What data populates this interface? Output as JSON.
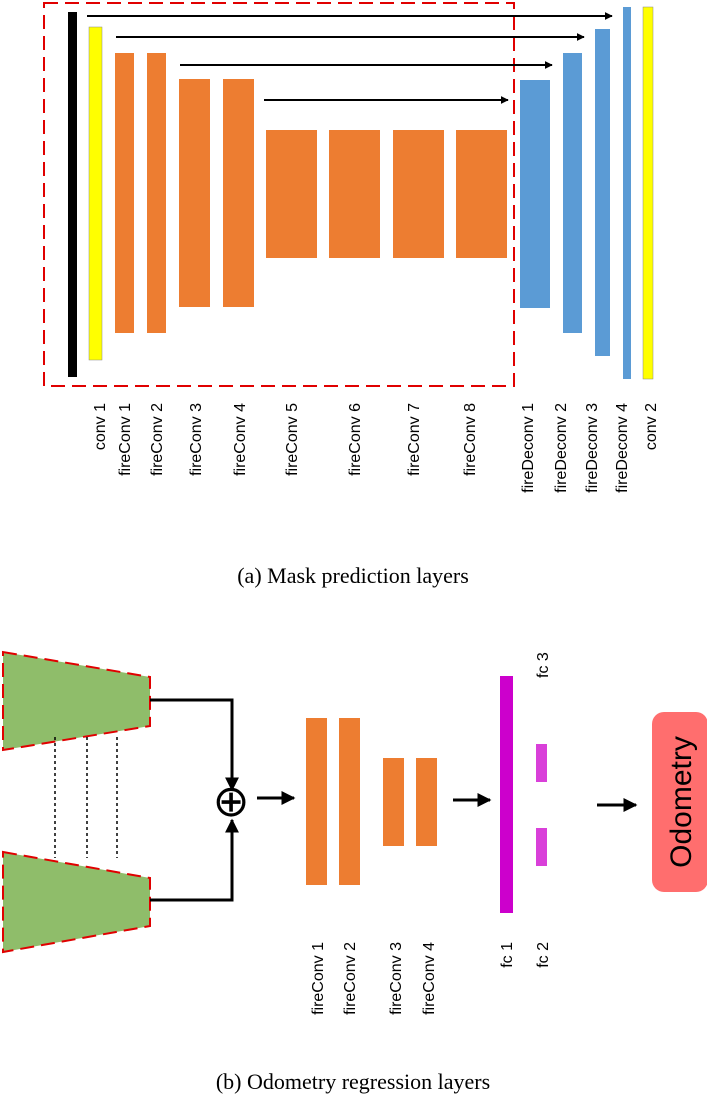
{
  "colors": {
    "black": "#000000",
    "yellow": "#ffff00",
    "orange": "#ed7d31",
    "blue": "#5b9bd5",
    "green": "#8fbd6a",
    "purple": "#cc00cc",
    "pink": "#ff6e6e",
    "red_dash": "#e00000"
  },
  "mask": {
    "caption": "(a) Mask prediction layers",
    "labels": {
      "conv1": "conv 1",
      "fireConv1": "fireConv 1",
      "fireConv2": "fireConv 2",
      "fireConv3": "fireConv 3",
      "fireConv4": "fireConv 4",
      "fireConv5": "fireConv 5",
      "fireConv6": "fireConv 6",
      "fireConv7": "fireConv 7",
      "fireConv8": "fireConv 8",
      "fireDeconv1": "fireDeconv 1",
      "fireDeconv2": "fireDeconv 2",
      "fireDeconv3": "fireDeconv 3",
      "fireDeconv4": "fireDeconv 4",
      "conv2": "conv 2"
    }
  },
  "odometry": {
    "caption": "(b) Odometry regression layers",
    "output_label": "Odometry",
    "combine_symbol": "⊕",
    "labels": {
      "fireConv1": "fireConv 1",
      "fireConv2": "fireConv 2",
      "fireConv3": "fireConv 3",
      "fireConv4": "fireConv 4",
      "fc1": "fc 1",
      "fc2": "fc 2",
      "fc3": "fc 3"
    }
  }
}
